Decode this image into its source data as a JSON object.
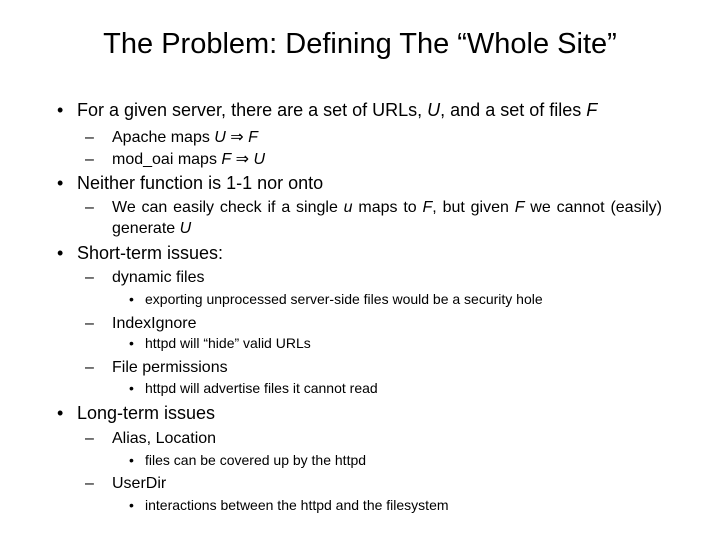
{
  "slide": {
    "title": "The Problem: Defining The “Whole Site”",
    "markers": {
      "l1": "•",
      "l2": "–",
      "l3": "•"
    },
    "lines": {
      "b1": {
        "s1": "For a given server, there are a set of URLs, ",
        "s2": "U",
        "s3": ", and a set of files ",
        "s4": "F"
      },
      "apache": {
        "s1": "Apache maps ",
        "s2": "U",
        "s3": " ⇒ ",
        "s4": "F"
      },
      "modoai": {
        "s1": "mod_oai maps ",
        "s2": "F",
        "s3": " ⇒ ",
        "s4": "U"
      },
      "neither": {
        "s1": "Neither function is 1-1 nor onto"
      },
      "wecan": {
        "s1": "We can easily check if a single ",
        "s2": "u",
        "s3": " maps to ",
        "s4": "F",
        "s5": ", but given ",
        "s6": "F",
        "s7": " we cannot (easily) generate ",
        "s8": "U"
      },
      "shortterm": {
        "s1": "Short-term issues:"
      },
      "dynamic": {
        "s1": "dynamic files"
      },
      "exporting": {
        "s1": "exporting unprocessed server-side files would be a security hole"
      },
      "indexignore": {
        "s1": "IndexIgnore"
      },
      "hide": {
        "s1": "httpd will “hide” valid URLs"
      },
      "fileperm": {
        "s1": "File permissions"
      },
      "advertise": {
        "s1": "httpd will advertise files it cannot read"
      },
      "longterm": {
        "s1": "Long-term issues"
      },
      "alias": {
        "s1": "Alias, Location"
      },
      "filescovered": {
        "s1": "files can be covered up by the httpd"
      },
      "userdir": {
        "s1": "UserDir"
      },
      "interactions": {
        "s1": "interactions between the httpd and the filesystem"
      }
    }
  }
}
